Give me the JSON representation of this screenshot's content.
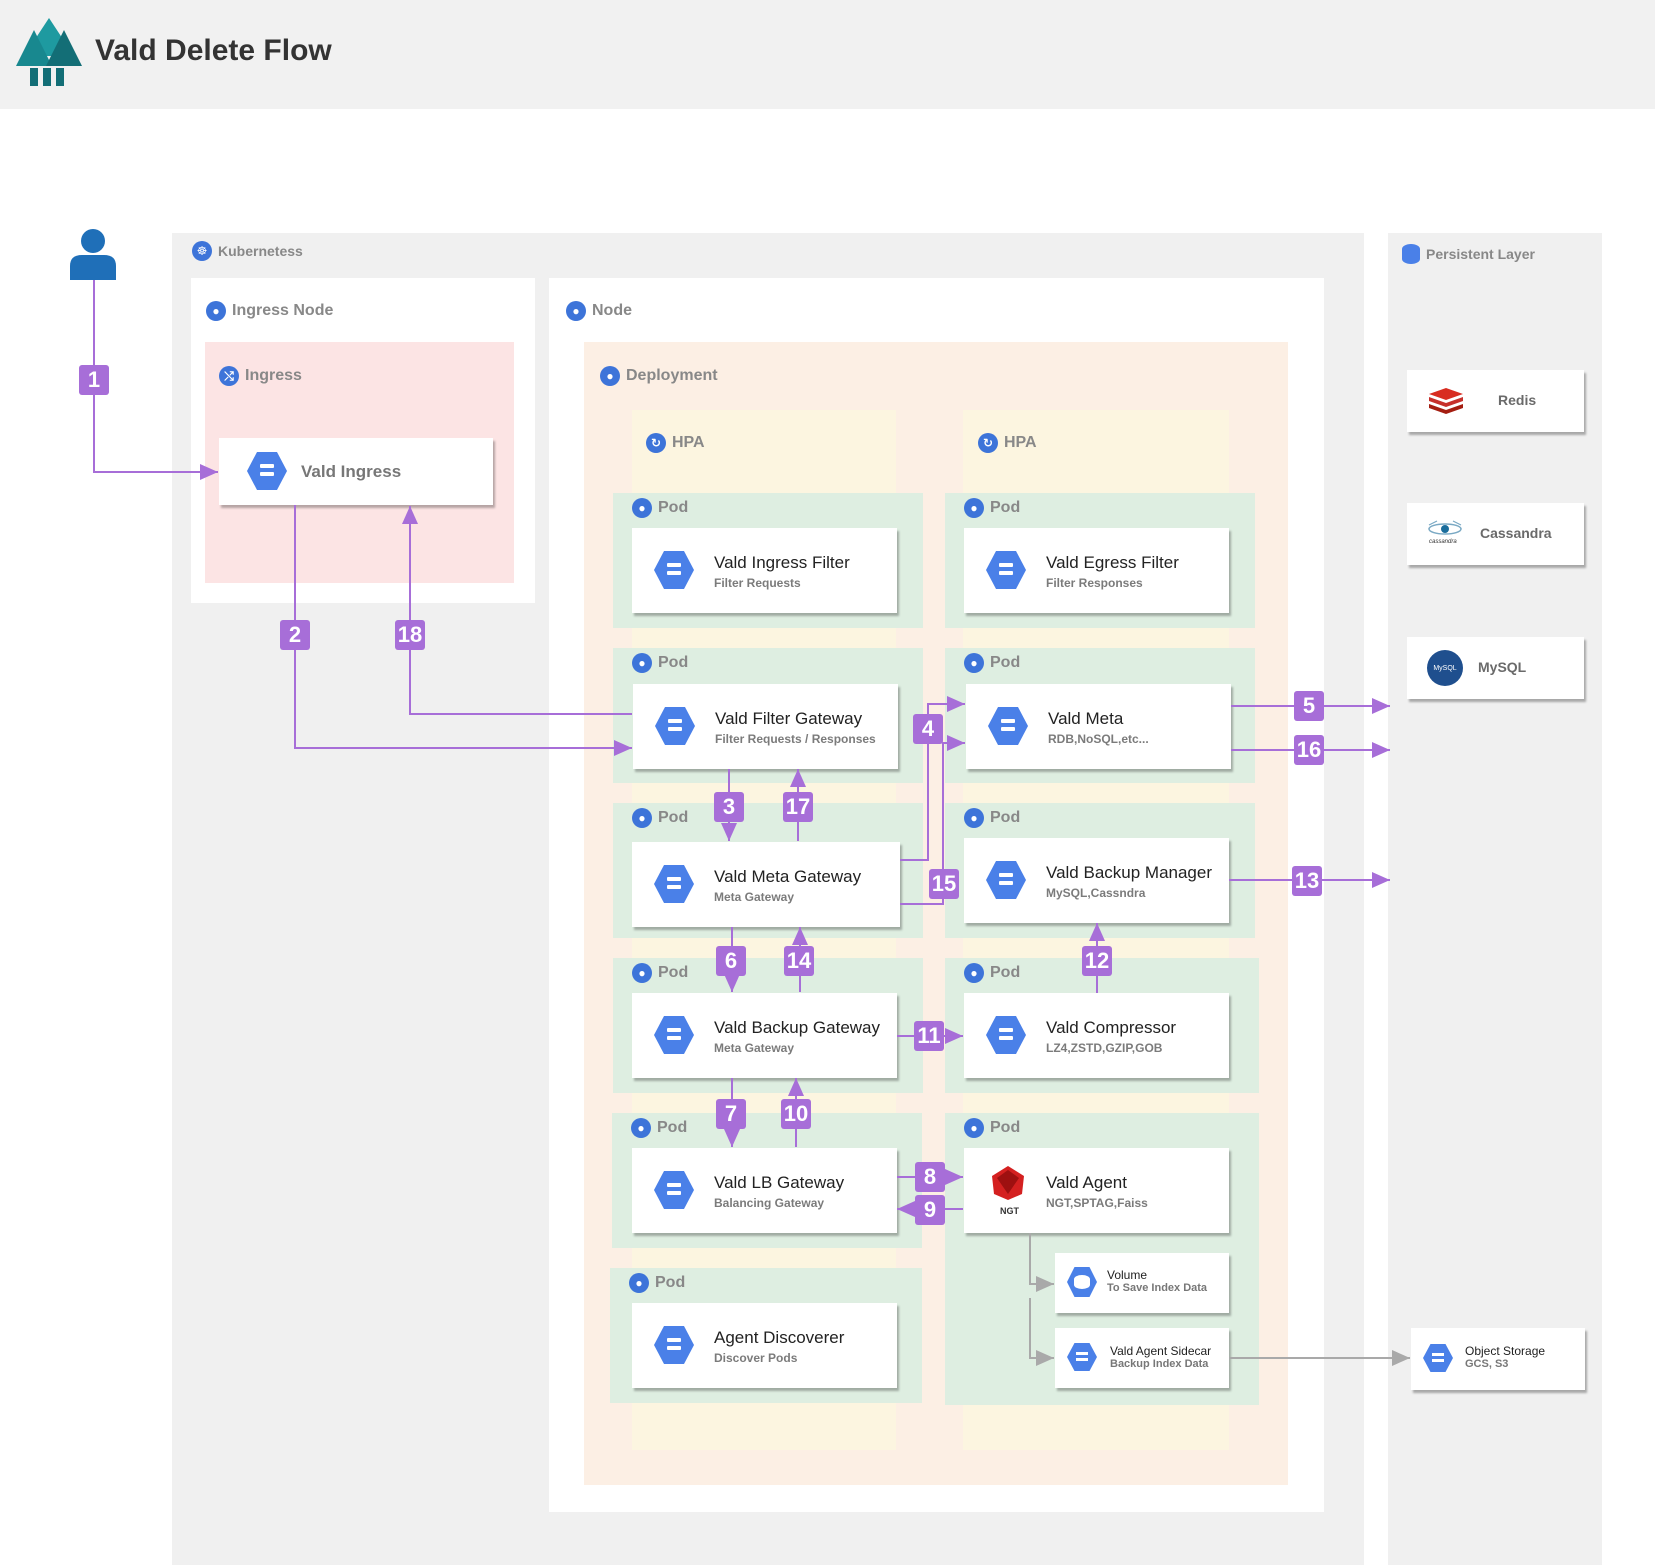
{
  "title": "Vald Delete Flow",
  "zones": {
    "kubernetes": "Kubernetess",
    "ingress_node": "Ingress Node",
    "ingress": "Ingress",
    "node": "Node",
    "deployment": "Deployment",
    "hpa_left": "HPA",
    "hpa_right": "HPA",
    "persistent": "Persistent Layer"
  },
  "pod_label": "Pod",
  "components": {
    "vald_ingress": {
      "title": "Vald Ingress"
    },
    "ingress_filter": {
      "title": "Vald Ingress Filter",
      "sub": "Filter Requests"
    },
    "egress_filter": {
      "title": "Vald Egress Filter",
      "sub": "Filter Responses"
    },
    "filter_gateway": {
      "title": "Vald Filter Gateway",
      "sub": "Filter Requests / Responses"
    },
    "meta": {
      "title": "Vald Meta",
      "sub": "RDB,NoSQL,etc..."
    },
    "meta_gateway": {
      "title": "Vald Meta Gateway",
      "sub": "Meta Gateway"
    },
    "backup_manager": {
      "title": "Vald Backup Manager",
      "sub": "MySQL,Cassndra"
    },
    "backup_gateway": {
      "title": "Vald Backup Gateway",
      "sub": "Meta Gateway"
    },
    "compressor": {
      "title": "Vald Compressor",
      "sub": "LZ4,ZSTD,GZIP,GOB"
    },
    "lb_gateway": {
      "title": "Vald LB Gateway",
      "sub": "Balancing Gateway"
    },
    "agent": {
      "title": "Vald Agent",
      "sub": "NGT,SPTAG,Faiss",
      "icon_text": "NGT"
    },
    "agent_discoverer": {
      "title": "Agent Discoverer",
      "sub": "Discover Pods"
    },
    "volume": {
      "title": "Volume",
      "sub": "To Save Index Data"
    },
    "agent_sidecar": {
      "title": "Vald Agent Sidecar",
      "sub": "Backup Index Data"
    }
  },
  "persistent": {
    "redis": "Redis",
    "cassandra": "Cassandra",
    "cassandra_icon_text": "cassandra",
    "mysql": "MySQL",
    "mysql_icon_text": "MySQL",
    "object_storage": {
      "title": "Object Storage",
      "sub": "GCS, S3"
    }
  },
  "steps": [
    "1",
    "2",
    "3",
    "4",
    "5",
    "6",
    "7",
    "8",
    "9",
    "10",
    "11",
    "12",
    "13",
    "14",
    "15",
    "16",
    "17",
    "18"
  ],
  "colors": {
    "arrow": "#a76ed8",
    "gray_arrow": "#a9a9a9",
    "badge": "#a76ed8",
    "icon": "#4a80e8"
  }
}
